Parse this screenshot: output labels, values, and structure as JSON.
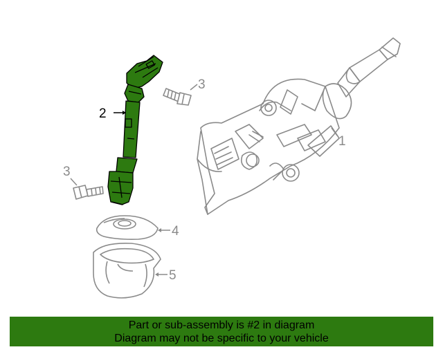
{
  "diagram": {
    "callouts": {
      "c1": "1",
      "c2": "2",
      "c3a": "3",
      "c3b": "3",
      "c4": "4",
      "c5": "5"
    },
    "highlight_color": "#2d7a10"
  },
  "banner": {
    "line1": "Part or sub-assembly is #2 in diagram",
    "line2": "Diagram may not be specific to your vehicle"
  }
}
